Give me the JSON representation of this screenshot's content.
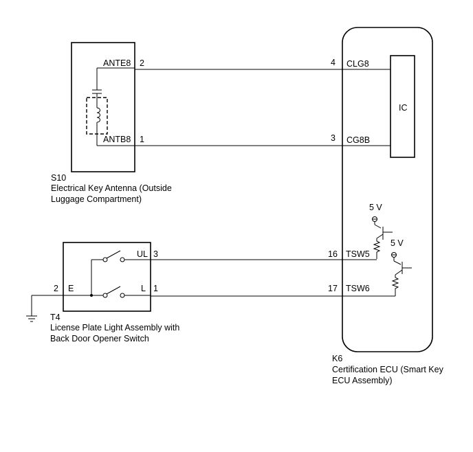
{
  "s10": {
    "code": "S10",
    "name_line1": "Electrical Key Antenna (Outside",
    "name_line2": "Luggage Compartment)",
    "pins": [
      {
        "label": "ANTE8",
        "number": "2"
      },
      {
        "label": "ANTB8",
        "number": "1"
      }
    ]
  },
  "k6": {
    "code": "K6",
    "name_line1": "Certification ECU (Smart Key",
    "name_line2": "ECU Assembly)",
    "ic_label": "IC",
    "pins": [
      {
        "number": "4",
        "label": "CLG8"
      },
      {
        "number": "3",
        "label": "CG8B"
      },
      {
        "number": "16",
        "label": "TSW5"
      },
      {
        "number": "17",
        "label": "TSW6"
      }
    ],
    "supply_1": "5 V",
    "supply_2": "5 V"
  },
  "t4": {
    "code": "T4",
    "name_line1": "License Plate Light Assembly with",
    "name_line2": "Back Door Opener Switch",
    "pin_e_number": "2",
    "pin_e_label": "E",
    "pin_ul_label": "UL",
    "pin_ul_number": "3",
    "pin_l_label": "L",
    "pin_l_number": "1"
  }
}
